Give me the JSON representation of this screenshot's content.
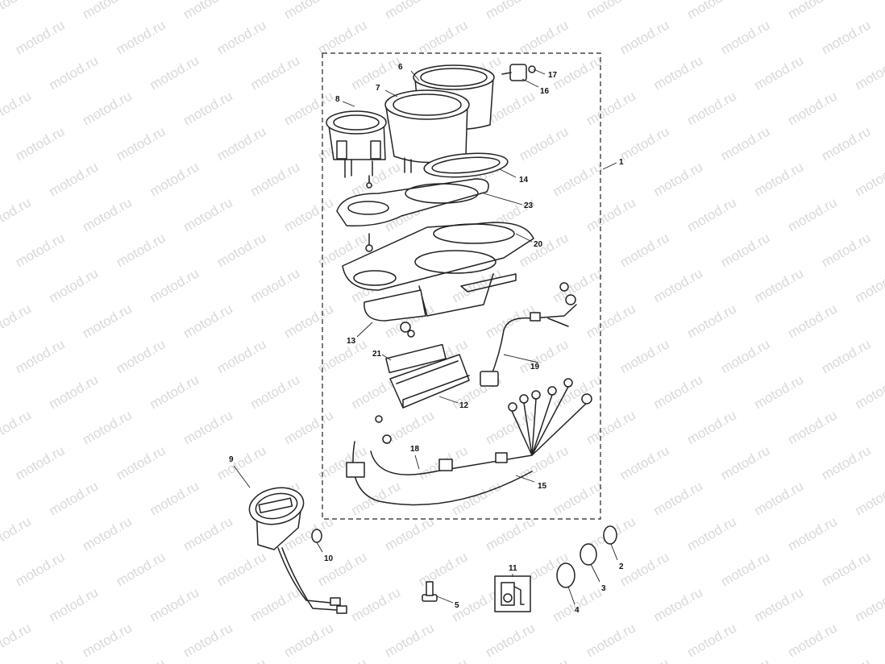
{
  "watermark": {
    "text": "motod.ru"
  },
  "callouts": [
    {
      "id": "1",
      "label": "1"
    },
    {
      "id": "2",
      "label": "2"
    },
    {
      "id": "3",
      "label": "3"
    },
    {
      "id": "4",
      "label": "4"
    },
    {
      "id": "5",
      "label": "5"
    },
    {
      "id": "6",
      "label": "6"
    },
    {
      "id": "7",
      "label": "7"
    },
    {
      "id": "8",
      "label": "8"
    },
    {
      "id": "9",
      "label": "9"
    },
    {
      "id": "10",
      "label": "10"
    },
    {
      "id": "11",
      "label": "11"
    },
    {
      "id": "12",
      "label": "12"
    },
    {
      "id": "13",
      "label": "13"
    },
    {
      "id": "14",
      "label": "14"
    },
    {
      "id": "15",
      "label": "15"
    },
    {
      "id": "16",
      "label": "16"
    },
    {
      "id": "17",
      "label": "17"
    },
    {
      "id": "18",
      "label": "18"
    },
    {
      "id": "19",
      "label": "19"
    },
    {
      "id": "20",
      "label": "20"
    },
    {
      "id": "21",
      "label": "21"
    },
    {
      "id": "23",
      "label": "23"
    }
  ]
}
